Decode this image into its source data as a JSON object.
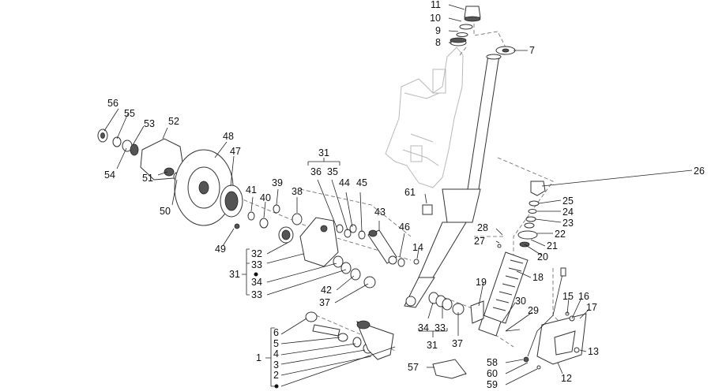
{
  "diagram": {
    "callouts": [
      {
        "id": "c11",
        "label": "11"
      },
      {
        "id": "c10",
        "label": "10"
      },
      {
        "id": "c9",
        "label": "9"
      },
      {
        "id": "c8",
        "label": "8"
      },
      {
        "id": "c7",
        "label": "7"
      },
      {
        "id": "c56",
        "label": "56"
      },
      {
        "id": "c55",
        "label": "55"
      },
      {
        "id": "c53",
        "label": "53"
      },
      {
        "id": "c52",
        "label": "52"
      },
      {
        "id": "c54",
        "label": "54"
      },
      {
        "id": "c48",
        "label": "48"
      },
      {
        "id": "c47",
        "label": "47"
      },
      {
        "id": "c51",
        "label": "51"
      },
      {
        "id": "c50",
        "label": "50"
      },
      {
        "id": "c31a",
        "label": "31"
      },
      {
        "id": "c36",
        "label": "36"
      },
      {
        "id": "c35",
        "label": "35"
      },
      {
        "id": "c39",
        "label": "39"
      },
      {
        "id": "c44",
        "label": "44"
      },
      {
        "id": "c45",
        "label": "45"
      },
      {
        "id": "c26",
        "label": "26"
      },
      {
        "id": "c41",
        "label": "41"
      },
      {
        "id": "c40",
        "label": "40"
      },
      {
        "id": "c38",
        "label": "38"
      },
      {
        "id": "c61",
        "label": "61"
      },
      {
        "id": "c25",
        "label": "25"
      },
      {
        "id": "c24",
        "label": "24"
      },
      {
        "id": "c43",
        "label": "43"
      },
      {
        "id": "c23",
        "label": "23"
      },
      {
        "id": "c28",
        "label": "28"
      },
      {
        "id": "c22",
        "label": "22"
      },
      {
        "id": "c46",
        "label": "46"
      },
      {
        "id": "c27",
        "label": "27"
      },
      {
        "id": "c49",
        "label": "49"
      },
      {
        "id": "c21",
        "label": "21"
      },
      {
        "id": "c14",
        "label": "14"
      },
      {
        "id": "c32",
        "label": "32"
      },
      {
        "id": "c20",
        "label": "20"
      },
      {
        "id": "c31b",
        "label": "31"
      },
      {
        "id": "c33a",
        "label": "33"
      },
      {
        "id": "c18",
        "label": "18"
      },
      {
        "id": "c34a",
        "label": "34"
      },
      {
        "id": "c19",
        "label": "19"
      },
      {
        "id": "c42",
        "label": "42"
      },
      {
        "id": "c33b",
        "label": "33"
      },
      {
        "id": "c15",
        "label": "15"
      },
      {
        "id": "c16",
        "label": "16"
      },
      {
        "id": "c30",
        "label": "30"
      },
      {
        "id": "c37a",
        "label": "37"
      },
      {
        "id": "c17",
        "label": "17"
      },
      {
        "id": "c29",
        "label": "29"
      },
      {
        "id": "c6",
        "label": "6"
      },
      {
        "id": "c34b",
        "label": "34"
      },
      {
        "id": "c33c",
        "label": "33"
      },
      {
        "id": "c5",
        "label": "5"
      },
      {
        "id": "c37b",
        "label": "37"
      },
      {
        "id": "c31c",
        "label": "31"
      },
      {
        "id": "c4",
        "label": "4"
      },
      {
        "id": "c1",
        "label": "1"
      },
      {
        "id": "c13",
        "label": "13"
      },
      {
        "id": "c3",
        "label": "3"
      },
      {
        "id": "c58",
        "label": "58"
      },
      {
        "id": "c57",
        "label": "57"
      },
      {
        "id": "c2",
        "label": "2"
      },
      {
        "id": "c60",
        "label": "60"
      },
      {
        "id": "c12",
        "label": "12"
      },
      {
        "id": "c59",
        "label": "59"
      }
    ]
  }
}
